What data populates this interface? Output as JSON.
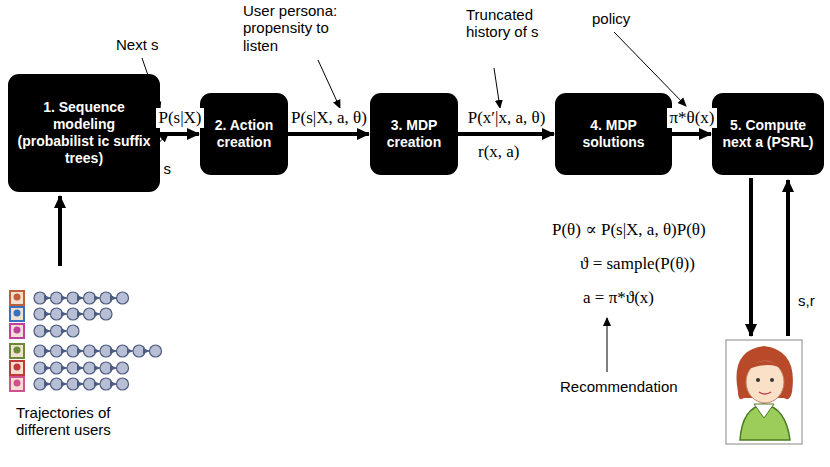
{
  "diagram": {
    "nodes": [
      {
        "text": [
          "1. Sequence modeling (probabilist ic suffix trees)"
        ]
      },
      {
        "text": [
          "2. Action creation"
        ]
      },
      {
        "text": [
          "3. MDP creation"
        ]
      },
      {
        "text": [
          "4. MDP solutions"
        ]
      },
      {
        "text": [
          "5. Compute next a (PSRL)"
        ]
      }
    ],
    "edges": [
      {
        "from": 0,
        "to": 1,
        "arrow": "to",
        "label": "P(s|X)"
      },
      {
        "from": 1,
        "to": 2,
        "arrow": "to",
        "label": "P(s|X, a, θ)"
      },
      {
        "from": 2,
        "to": 3,
        "arrow": "to",
        "label": "P(x′|x, a, θ)"
      },
      {
        "from": 3,
        "to": 4,
        "arrow": "to",
        "label": "π*θ(x)"
      }
    ],
    "labels": [
      "Next s",
      "History of s",
      "User persona: propensity to listen",
      "Truncated history of s",
      "policy",
      "r(x, a)",
      "P(θ) ∝ P(s|X, a, θ)P(θ)",
      "ϑ = sample(P(θ))",
      "a = π*ϑ(x)",
      "Recommendation",
      "Trajectories of different users",
      "s,r"
    ]
  }
}
